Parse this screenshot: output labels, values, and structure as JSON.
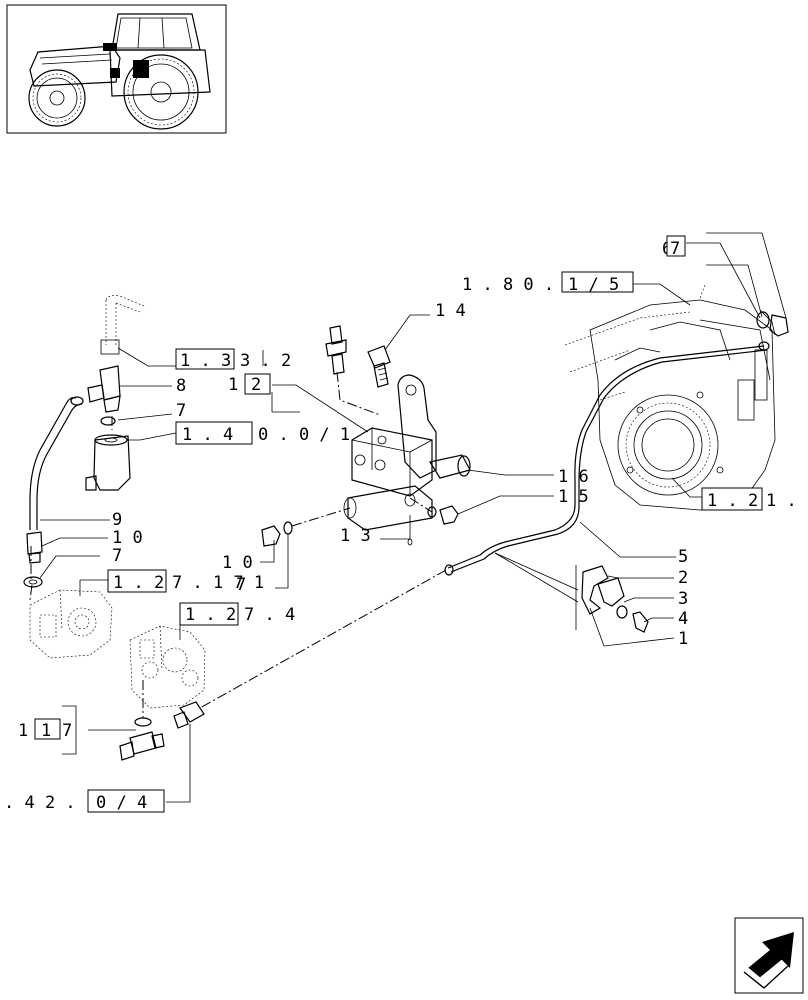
{
  "refs": {
    "r_1_80": {
      "prefix": "1 . 8 0 .",
      "boxed": "1 / 5",
      "suffix": ""
    },
    "r_1_33": {
      "prefix": "",
      "boxed": "1 . 3",
      "suffix": "3 . 2"
    },
    "r_1_40": {
      "prefix": "",
      "boxed": "1 . 4",
      "suffix": "0 . 0 / 1"
    },
    "r_1_27_17": {
      "prefix": "",
      "boxed": "1 . 2",
      "suffix": "7 . 1 7 1"
    },
    "r_1_27_4": {
      "prefix": "",
      "boxed": "1 . 2",
      "suffix": "7 . 4"
    },
    "r_1_21": {
      "prefix": "",
      "boxed": "1 . 2",
      "suffix": "1 ."
    },
    "r_42": {
      "prefix": ". 4 2 .",
      "boxed": "0 / 4",
      "suffix": ""
    }
  },
  "parts": {
    "p67": {
      "a": "6",
      "b": "7"
    },
    "p12": {
      "a": "1",
      "b": "2"
    },
    "p117": {
      "a": "1",
      "b": "1",
      "c": "7"
    },
    "p14": "1 4",
    "p8": "8",
    "p7a": "7",
    "p9": "9",
    "p10a": "1 0",
    "p7b": "7",
    "p16": "1 6",
    "p15": "1 5",
    "p13": "1 3",
    "p10b": "1 0",
    "p7c": "7",
    "p5": "5",
    "p2": "2",
    "p3": "3",
    "p4": "4",
    "p1": "1"
  }
}
